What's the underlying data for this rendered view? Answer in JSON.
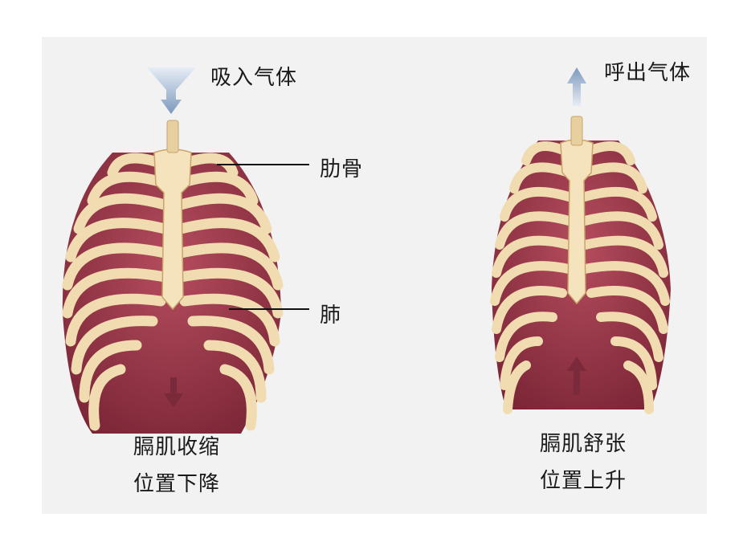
{
  "labels": {
    "inhale": "吸入气体",
    "exhale": "呼出气体",
    "ribs": "肋骨",
    "lungs": "肺",
    "left_caption_line1": "膈肌收缩",
    "left_caption_line2": "位置下降",
    "right_caption_line1": "膈肌舒张",
    "right_caption_line2": "位置上升"
  },
  "colors": {
    "background": "#f2f2f2",
    "bone": "#f0dcb0",
    "bone_outline": "#c9a46a",
    "muscle": "#9b3044",
    "muscle_dark": "#6e1f30",
    "arrow_air": "#8fa9c9",
    "arrow_diaphragm": "#7a2a3a"
  }
}
